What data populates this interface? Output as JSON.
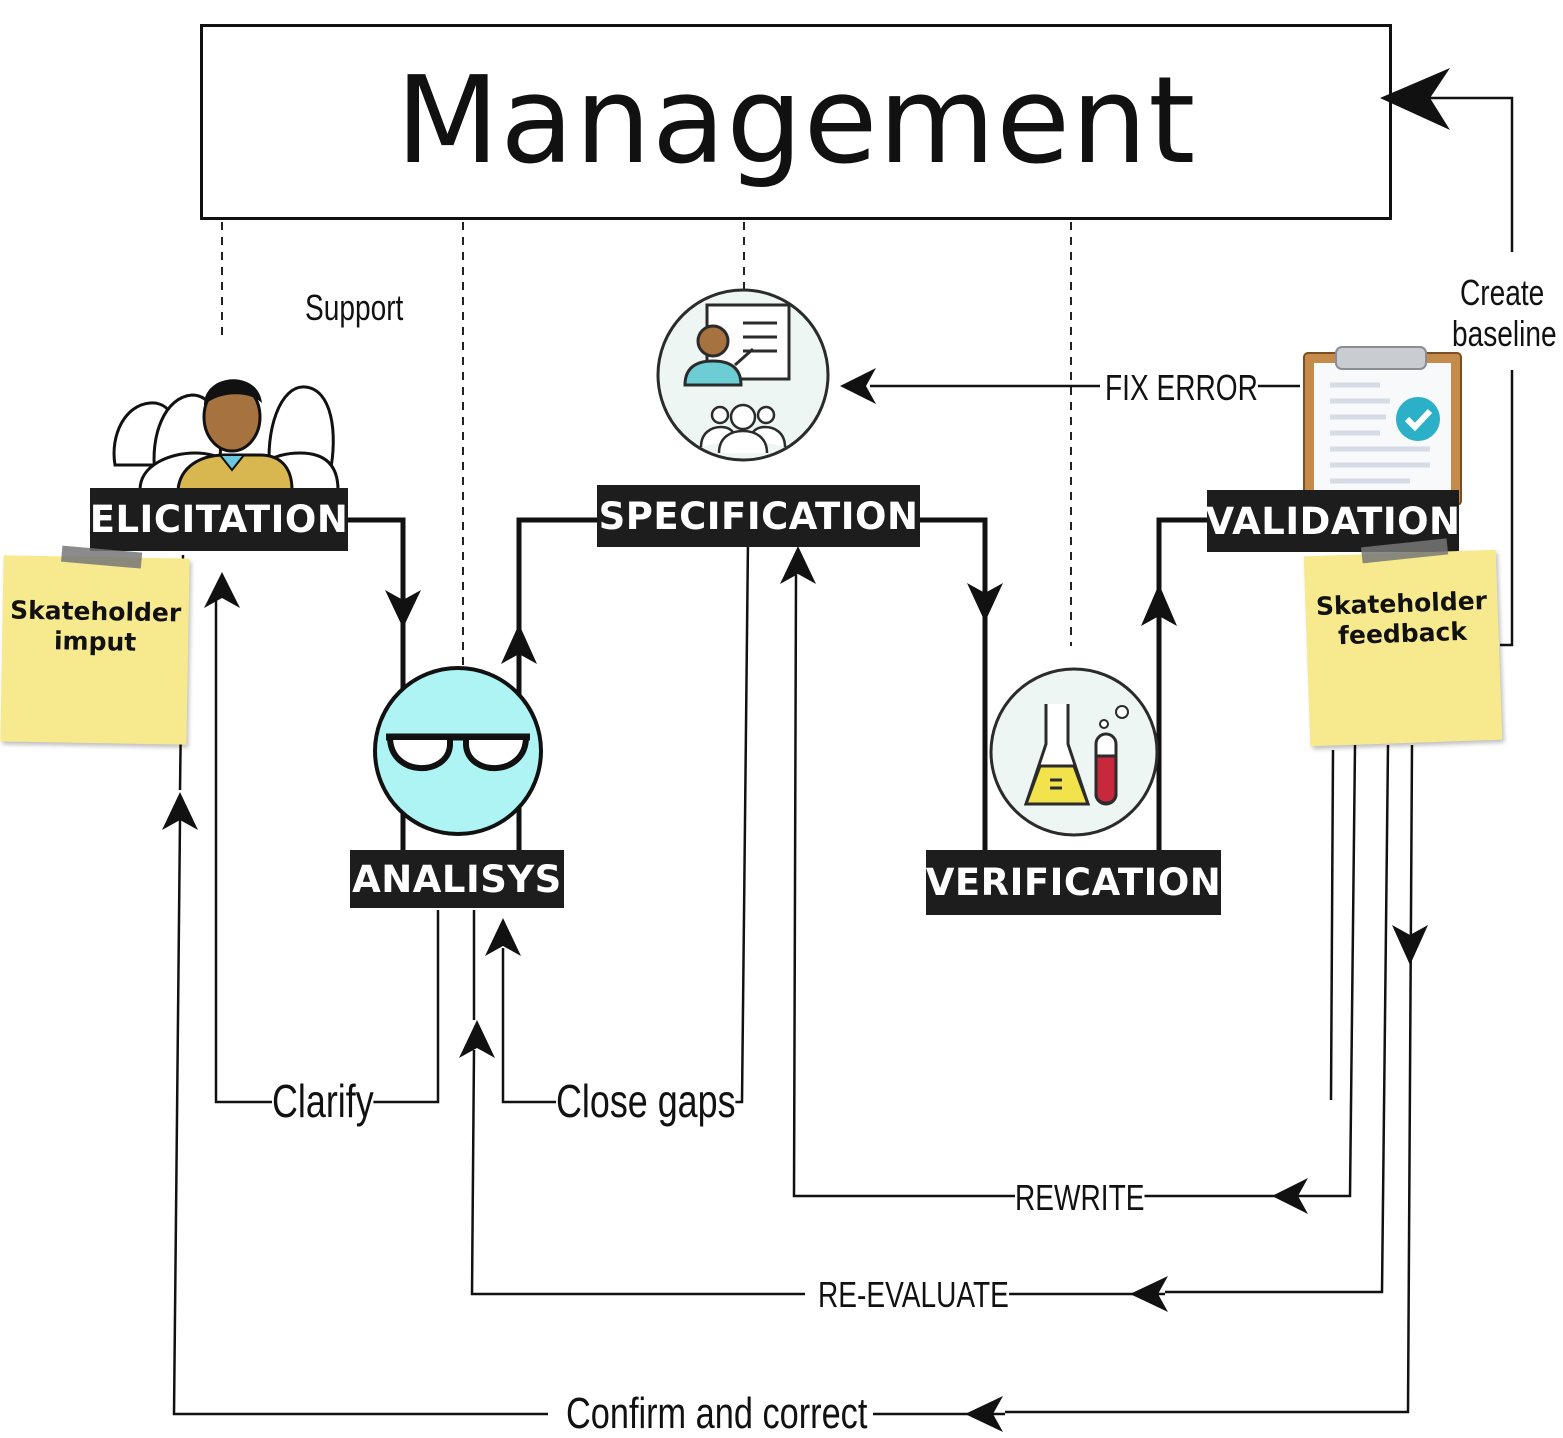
{
  "title": "Management",
  "stages": {
    "elicitation": "ELICITATION",
    "analysis": "ANALISYS",
    "specification": "SPECIFICATION",
    "verification": "VERIFICATION",
    "validation": "VALIDATION"
  },
  "notes": {
    "stakeholder_input": [
      "Skateholder",
      "imput"
    ],
    "stakeholder_feedback": [
      "Skateholder",
      "feedback"
    ]
  },
  "flow_labels": {
    "support": "Support",
    "fix_error": "FIX ERROR",
    "create_baseline": [
      "Create",
      "baseline"
    ],
    "clarify": "Clarify",
    "close_gaps": "Close gaps",
    "rewrite": "REWRITE",
    "re_evaluate": "RE-EVALUATE",
    "confirm_and_correct": "Confirm and correct"
  },
  "colors": {
    "stage_label_bg": "#1d1d1d",
    "analysis_circle": "#aef4f4",
    "note_yellow": "#f7ea8e",
    "icon_circle": "#eef6f3",
    "check_badge": "#2bb0c8"
  },
  "icons": {
    "elicitation": "stakeholder-group-icon",
    "analysis": "glasses-icon",
    "specification": "presentation-icon",
    "verification": "lab-flask-icon",
    "validation": "clipboard-check-icon"
  }
}
